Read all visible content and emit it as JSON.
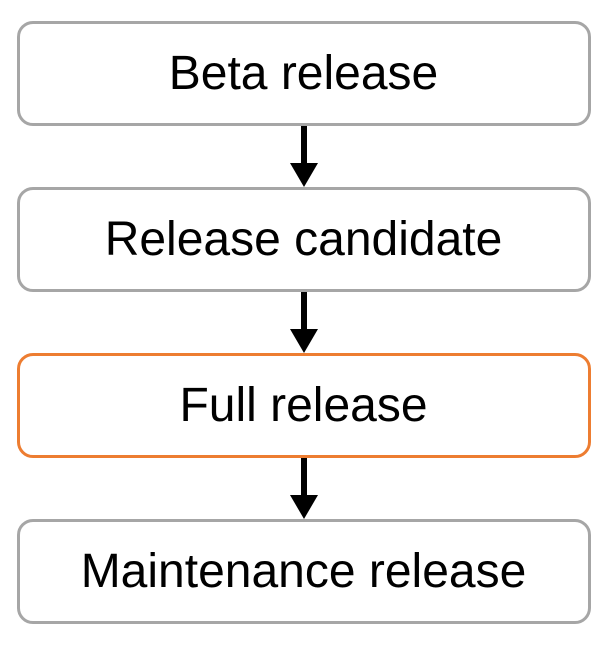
{
  "diagram": {
    "nodes": [
      {
        "label": "Beta release",
        "highlighted": false
      },
      {
        "label": "Release candidate",
        "highlighted": false
      },
      {
        "label": "Full release",
        "highlighted": true
      },
      {
        "label": "Maintenance release",
        "highlighted": false
      }
    ],
    "connectors": [
      {
        "from": 0,
        "to": 1,
        "type": "arrow-down"
      },
      {
        "from": 1,
        "to": 2,
        "type": "arrow-down"
      },
      {
        "from": 2,
        "to": 3,
        "type": "arrow-down"
      }
    ],
    "colors": {
      "node_border": "#A6A6A6",
      "highlight_border": "#ED7D31",
      "arrow": "#000000",
      "text": "#000000",
      "background": "#FFFFFF"
    }
  }
}
